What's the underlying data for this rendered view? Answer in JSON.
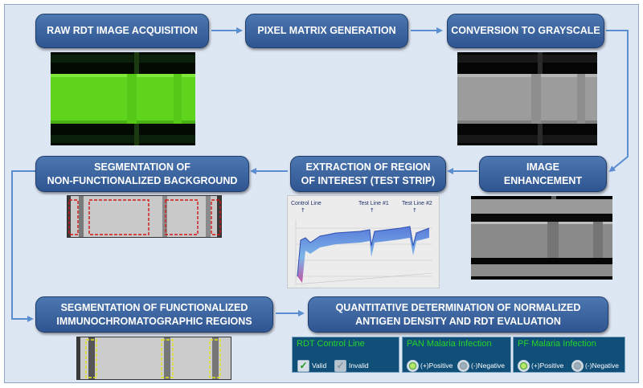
{
  "steps": {
    "raw_acquisition": "RAW RDT IMAGE ACQUISITION",
    "pixel_matrix": "PIXEL MATRIX GENERATION",
    "grayscale": "CONVERSION TO GRAYSCALE",
    "enhancement": [
      "IMAGE",
      "ENHANCEMENT"
    ],
    "roi_extraction": [
      "EXTRACTION OF REGION",
      "OF INTEREST (TEST STRIP)"
    ],
    "background_segmentation": [
      "SEGMENTATION OF",
      "NON-FUNCTIONALIZED BACKGROUND"
    ],
    "functional_segmentation": [
      "SEGMENTATION OF FUNCTIONALIZED",
      "IMMUNOCHROMATOGRAPHIC REGIONS"
    ],
    "quantification": [
      "QUANTITATIVE DETERMINATION OF NORMALIZED",
      "ANTIGEN DENSITY AND RDT EVALUATION"
    ]
  },
  "profile_plot": {
    "labels": [
      "Control Line",
      "Test Line #1",
      "Test Line #2"
    ],
    "arrow_glyph": "↑"
  },
  "result_panels": [
    {
      "title": "RDT Control Line",
      "options": [
        "Valid",
        "Invalid"
      ]
    },
    {
      "title": "PAN Malaria Infection",
      "options": [
        "(+)Positive",
        "(-)Negative"
      ]
    },
    {
      "title": "PF Malaria Infection",
      "options": [
        "(+)Positive",
        "(-)Negative"
      ]
    }
  ],
  "colors": {
    "box_fill": "#3a64a0",
    "arrow": "#5b8ed0",
    "raw_strip": "#5fd41c",
    "panel_bg": "#0f4f78",
    "panel_title": "#27d427",
    "background_box": "#d01818",
    "functional_box": "#e3e31a"
  }
}
